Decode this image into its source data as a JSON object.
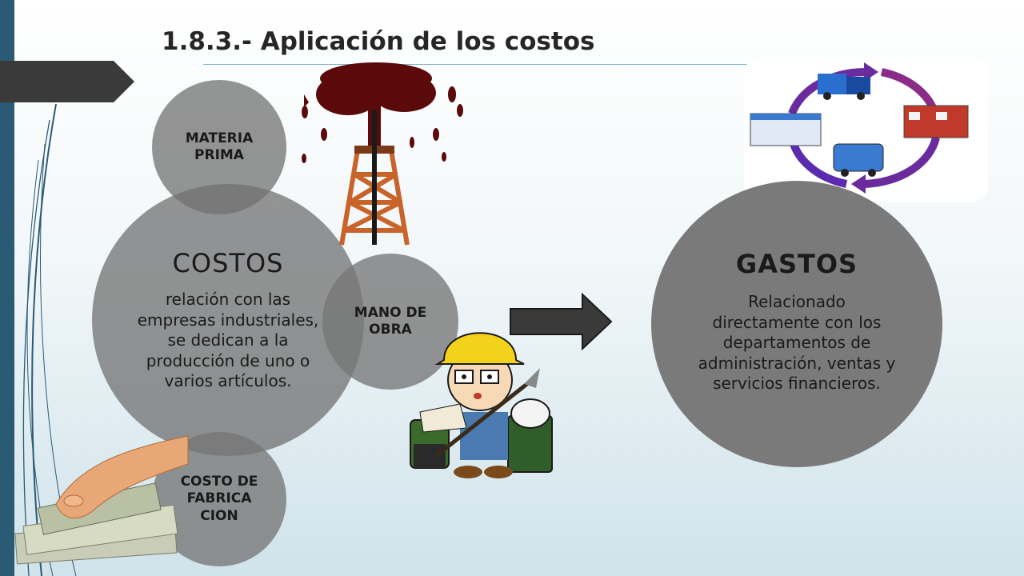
{
  "slide": {
    "title": "1.8.3.- Aplicación de los costos"
  },
  "costos": {
    "materia_prima": "MATERIA PRIMA",
    "mano_de_obra": "MANO DE OBRA",
    "costo_fabricacion": "COSTO DE FABRICA CION",
    "title": "COSTOS",
    "description": "relación con las empresas industriales, se dedican a la producción de uno o varios artículos."
  },
  "gastos": {
    "title": "GASTOS",
    "description": "Relacionado directamente con los departamentos de administración, ventas y servicios financieros."
  },
  "colors": {
    "accent_bar": "#2b5a75",
    "circle_gray": "#7a7a7a",
    "arrow": "#3a3a3a",
    "oil": "#5a0a0a",
    "derrick": "#c8642a",
    "helmet": "#f2d21a",
    "cycle_arrow": "#6a2b9e"
  },
  "icons": {
    "derrick": "oil-derrick-icon",
    "worker": "construction-worker-icon",
    "cycle": "logistics-cycle-icon",
    "money": "hand-money-icon",
    "arrow": "right-arrow-icon"
  }
}
